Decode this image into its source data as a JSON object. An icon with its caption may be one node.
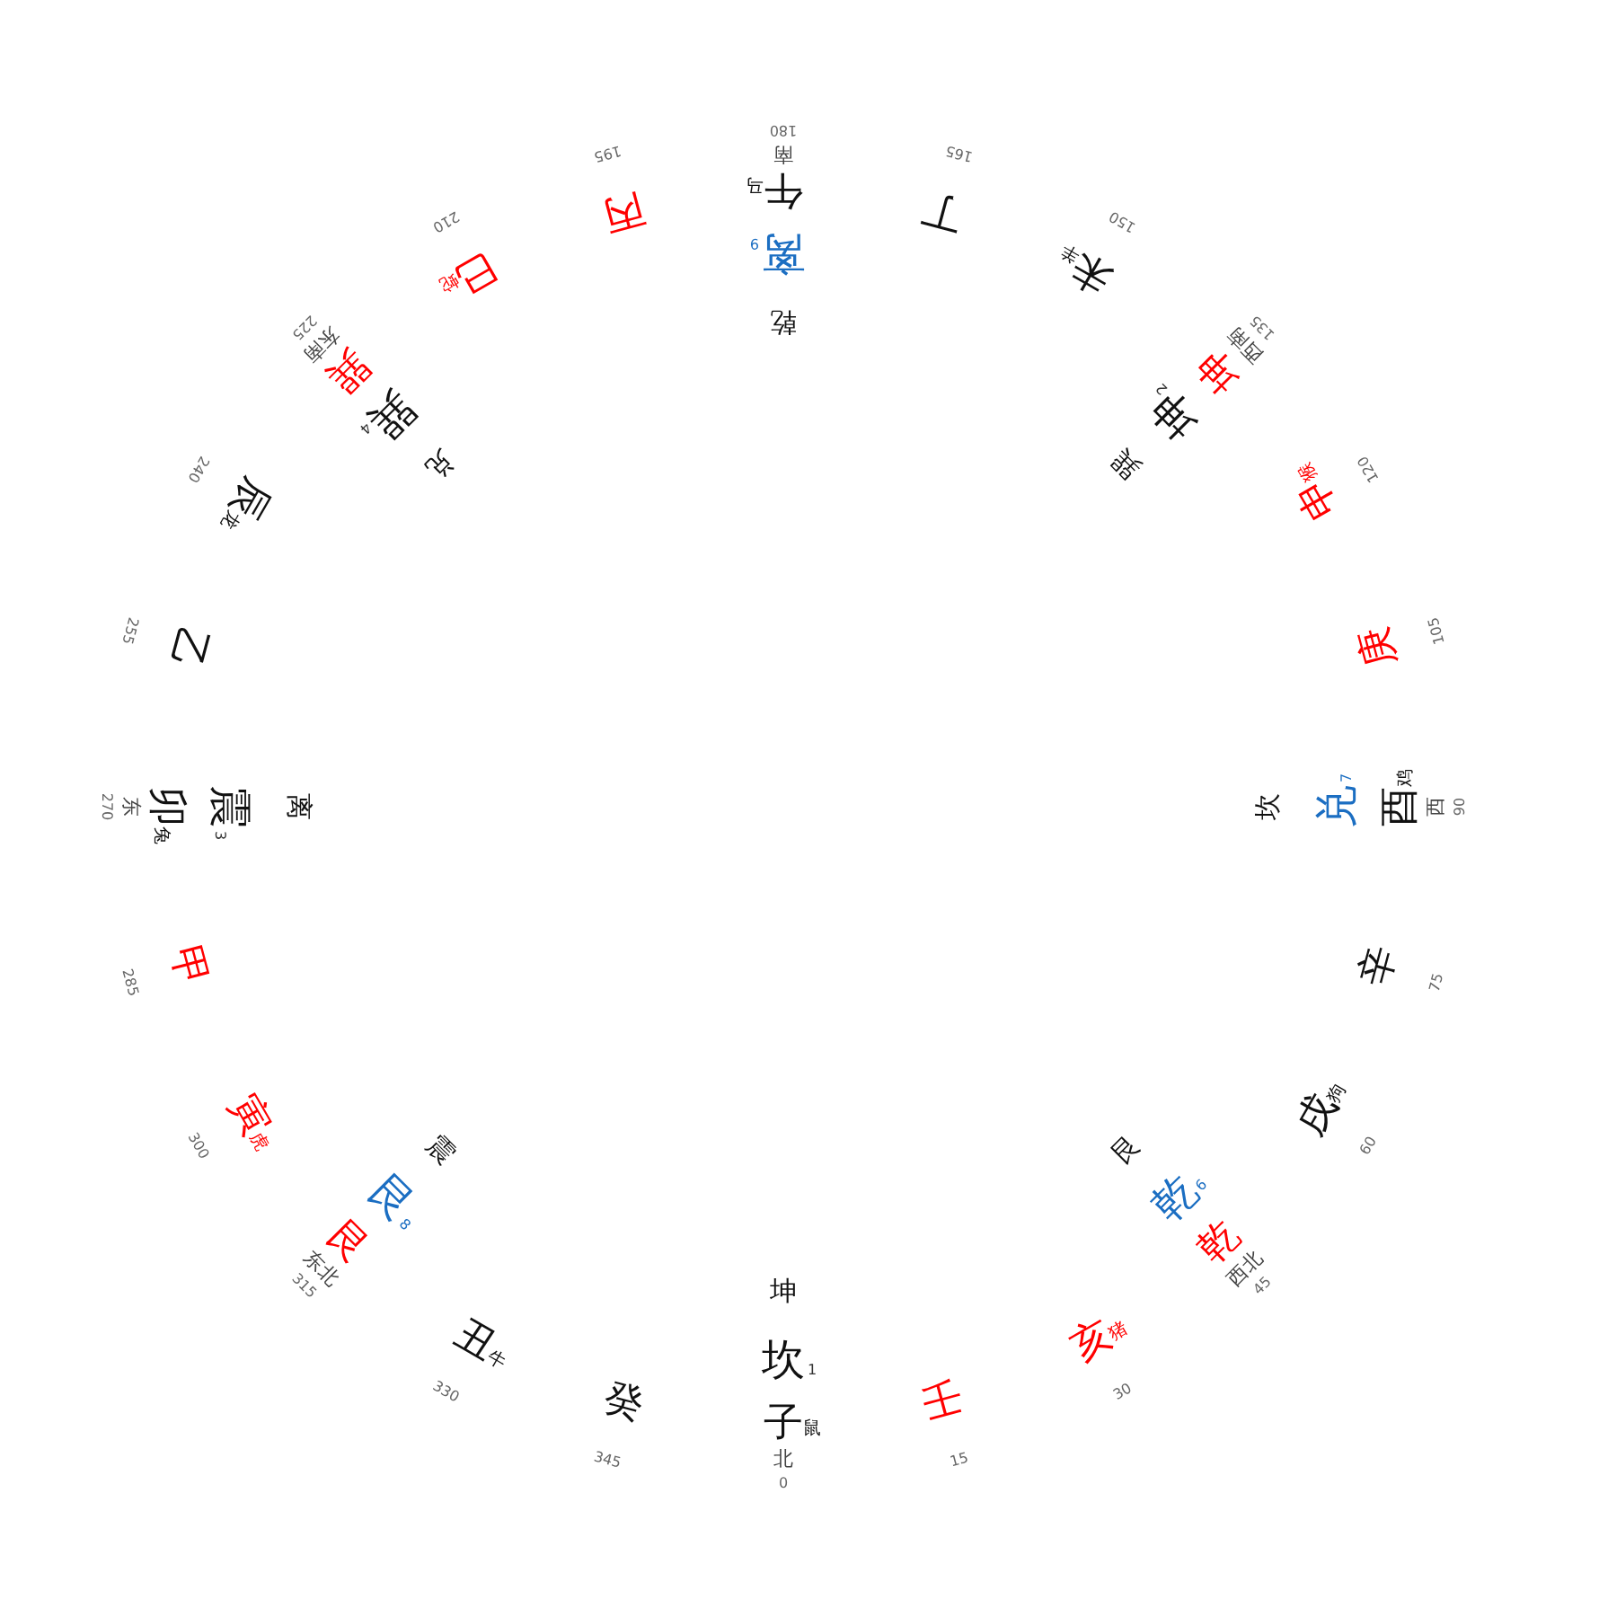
{
  "diagram": {
    "labels": [
      "0",
      "北",
      "子",
      "鼠",
      "坎",
      "1",
      "坤",
      "15",
      "壬",
      "30",
      "亥",
      "猪",
      "45",
      "西北",
      "乾",
      "乾",
      "6",
      "艮",
      "60",
      "戌",
      "狗",
      "75",
      "辛",
      "90",
      "西",
      "酉",
      "鸡",
      "兑",
      "7",
      "坎",
      "105",
      "庚",
      "120",
      "申",
      "猴",
      "135",
      "西南",
      "坤",
      "坤",
      "2",
      "巽",
      "150",
      "未",
      "羊",
      "165",
      "丁",
      "180",
      "南",
      "午",
      "马",
      "离",
      "9",
      "乾",
      "195",
      "丙",
      "210",
      "巳",
      "蛇",
      "225",
      "东南",
      "巽",
      "巽",
      "4",
      "兑",
      "240",
      "辰",
      "龙",
      "255",
      "乙",
      "270",
      "东",
      "卯",
      "兔",
      "震",
      "3",
      "离",
      "285",
      "甲",
      "300",
      "寅",
      "虎",
      "315",
      "东北",
      "艮",
      "艮",
      "8",
      "震",
      "330",
      "丑",
      "牛",
      "345",
      "癸"
    ]
  }
}
